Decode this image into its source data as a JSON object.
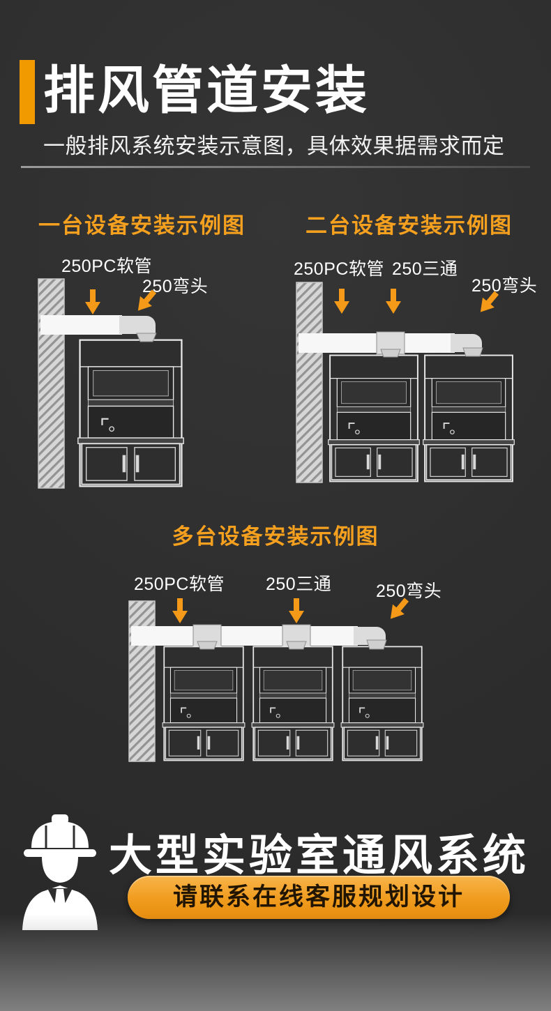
{
  "page": {
    "background": "#2e2e2e",
    "accent": "#f5a01e",
    "arrow_color": "#f59a18"
  },
  "header": {
    "title": "排风管道安装",
    "subtitle": "一般排风系统安装示意图，具体效果据需求而定"
  },
  "diagrams": {
    "single": {
      "title": "一台设备安装示例图",
      "labels": {
        "hose": "250PC软管",
        "elbow": "250弯头"
      }
    },
    "double": {
      "title": "二台设备安装示例图",
      "labels": {
        "hose": "250PC软管",
        "tee": "250三通",
        "elbow": "250弯头"
      }
    },
    "multi": {
      "title": "多台设备安装示例图",
      "labels": {
        "hose": "250PC软管",
        "tee": "250三通",
        "elbow": "250弯头"
      }
    }
  },
  "footer": {
    "headline": "大型实验室通风系统",
    "cta": "请联系在线客服规划设计"
  }
}
